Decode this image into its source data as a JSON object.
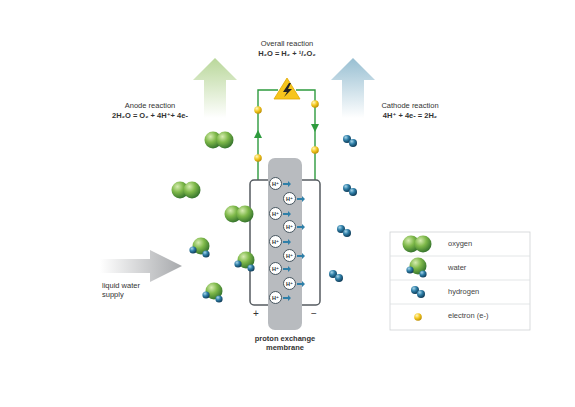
{
  "diagram": {
    "nodes": [
      {
        "text": [
          "proton exchange membrane"
        ]
      },
      {
        "text": [
          "H⁺"
        ],
        "in": 0
      },
      {
        "text": [
          "H⁺"
        ],
        "in": 0
      },
      {
        "text": [
          "H⁺"
        ],
        "in": 0
      },
      {
        "text": [
          "H⁺"
        ],
        "in": 0
      },
      {
        "text": [
          "H⁺"
        ],
        "in": 0
      },
      {
        "text": [
          "H⁺"
        ],
        "in": 0
      },
      {
        "text": [
          "H⁺"
        ],
        "in": 0
      },
      {
        "text": [
          "H⁺"
        ],
        "in": 0
      },
      {
        "text": [
          "H⁺"
        ],
        "in": 0
      }
    ],
    "labels": [
      "Overall reaction",
      "H₂O = H₂ + ¹/₂O₂",
      "Anode reaction",
      "2H₂O = O₂ + 4H⁺+ 4e-",
      "Cathode reaction",
      "4H⁺ + 4e- = 2H₂",
      "liquid water supply",
      "+",
      "−"
    ],
    "legend": [
      {
        "text": "oxygen"
      },
      {
        "text": "water"
      },
      {
        "text": "hydrogen"
      },
      {
        "text": "electron (e-)"
      }
    ]
  }
}
